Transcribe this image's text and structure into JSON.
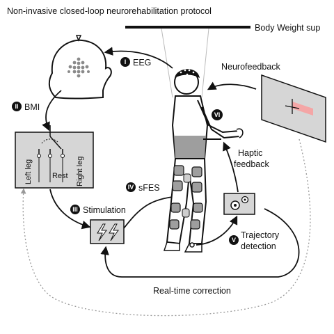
{
  "title": "Non-invasive closed-loop neurorehabilitation protocol",
  "body_weight_label": "Body Weight sup",
  "steps": {
    "eeg": {
      "numeral": "I",
      "label": "EEG"
    },
    "bmi": {
      "numeral": "II",
      "label": "BMI"
    },
    "stimulation": {
      "numeral": "III",
      "label": "Stimulation"
    },
    "sfes": {
      "numeral": "IV",
      "label": "sFES"
    },
    "trajectory": {
      "numeral": "V",
      "label_line1": "Trajectory",
      "label_line2": "detection"
    },
    "neurofeedback": {
      "numeral": "VI",
      "label": "Neurofeedback"
    }
  },
  "haptic": {
    "line1": "Haptic",
    "line2": "feedback"
  },
  "bmi_outputs": [
    "Left leg",
    "Rest",
    "Right leg"
  ],
  "realtime_label": "Real-time correction",
  "colors": {
    "ink": "#111111",
    "panel_gray": "#d6d6d6",
    "dot_gray": "#8a8a8a",
    "pad_gray": "#9e9e9e",
    "pad_light": "#cfcfcf",
    "screen_red": "#f4a6a6",
    "dashed_line": "#999999"
  },
  "icons": [
    "head-icon",
    "bmi-decoder-icon",
    "lightning-icon",
    "gear-icon",
    "screen-icon",
    "person-icon"
  ]
}
